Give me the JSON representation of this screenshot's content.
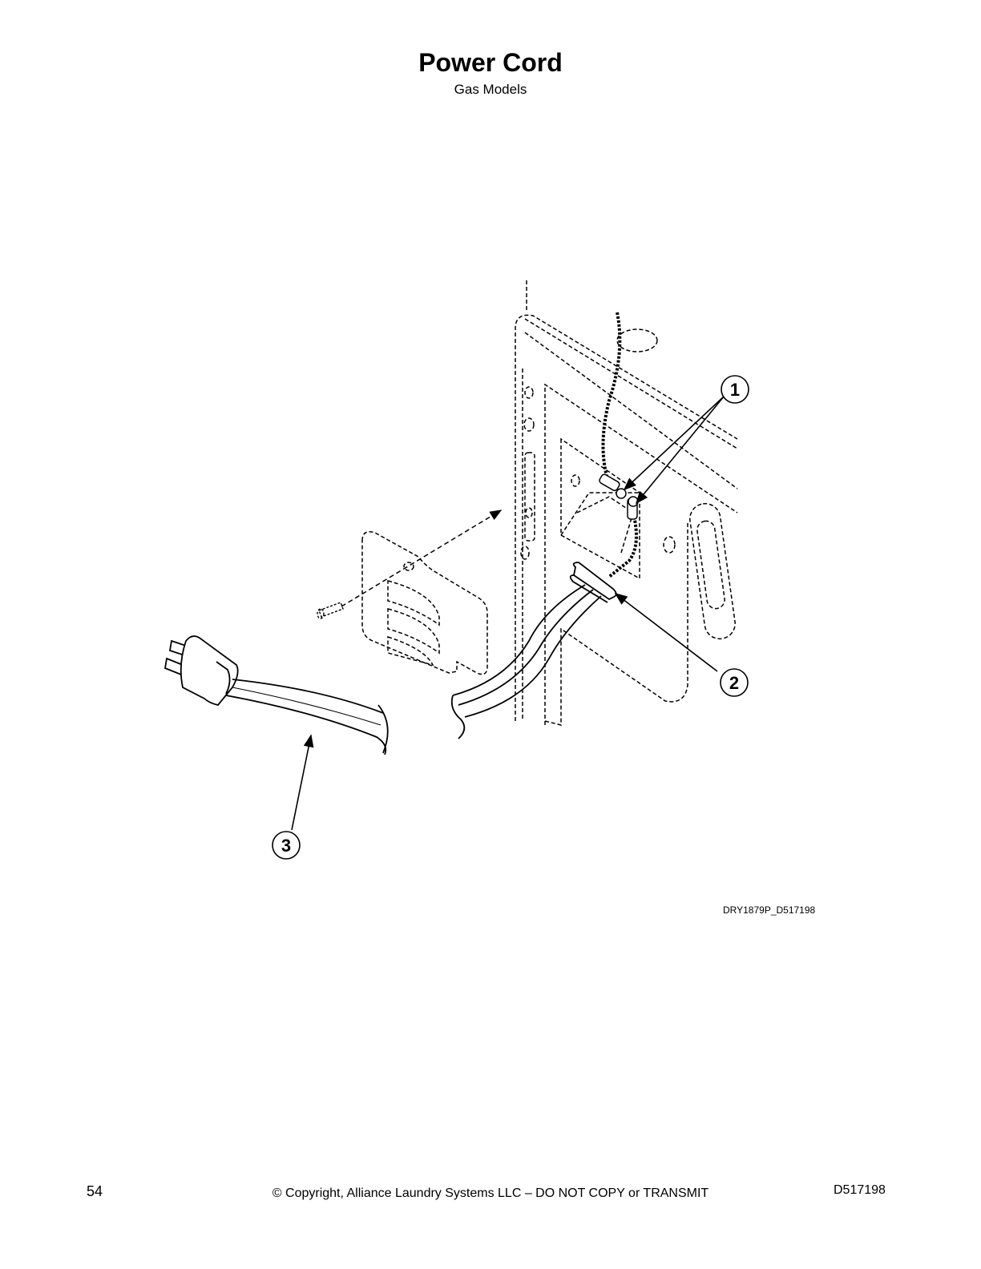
{
  "header": {
    "title": "Power Cord",
    "subtitle": "Gas Models"
  },
  "diagram": {
    "callouts": [
      {
        "number": "1"
      },
      {
        "number": "2"
      },
      {
        "number": "3"
      }
    ],
    "drawing_code": "DRY1879P_D517198"
  },
  "footer": {
    "page_number": "54",
    "copyright": "© Copyright, Alliance Laundry Systems LLC – DO NOT COPY or TRANSMIT",
    "doc_number": "D517198"
  }
}
